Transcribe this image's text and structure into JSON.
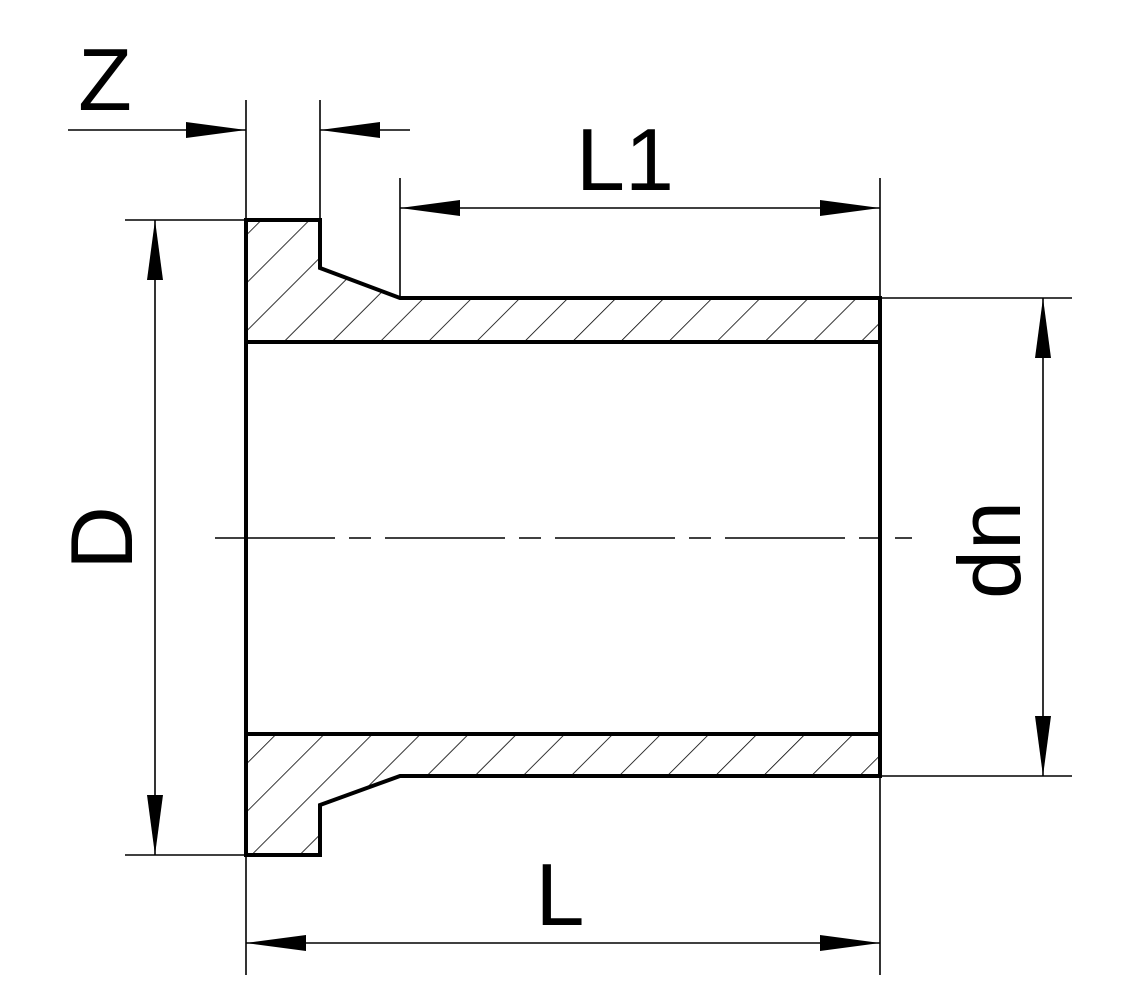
{
  "labels": {
    "z": "Z",
    "l1": "L1",
    "d": "D",
    "dn": "dn",
    "l": "L"
  },
  "colors": {
    "line": "#000000",
    "background": "#ffffff"
  }
}
